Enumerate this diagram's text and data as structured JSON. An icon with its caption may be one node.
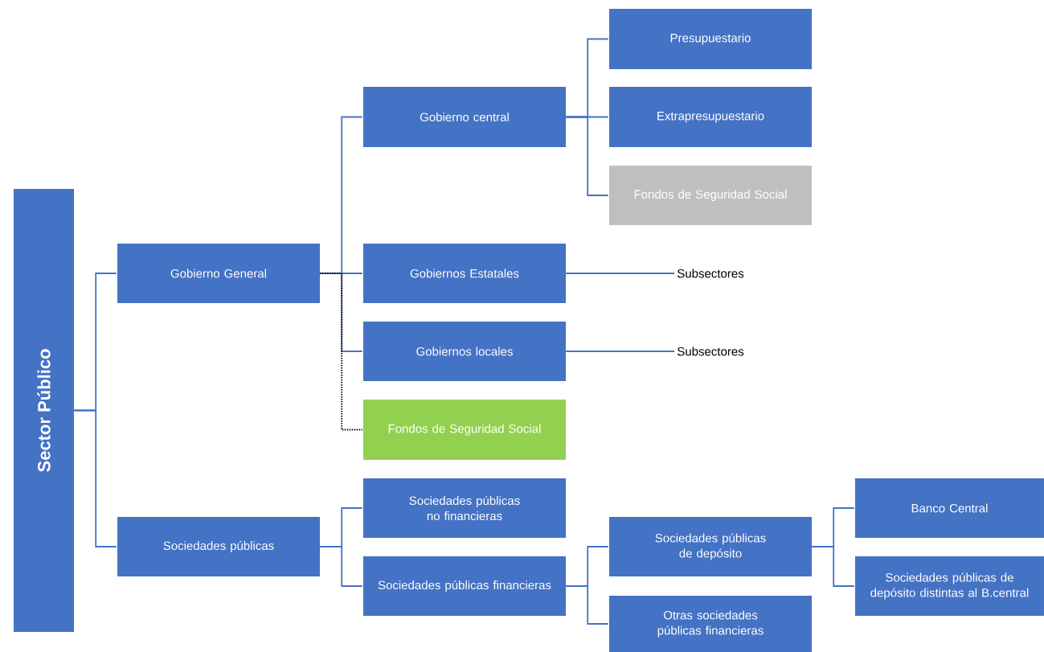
{
  "diagram": {
    "nodes": [
      {
        "text": [
          "Sector Público"
        ]
      },
      {
        "text": [
          "Gobierno General"
        ]
      },
      {
        "text": [
          "Sociedades públicas"
        ]
      },
      {
        "text": [
          "Gobierno central"
        ]
      },
      {
        "text": [
          "Gobiernos Estatales"
        ]
      },
      {
        "text": [
          "Gobiernos locales"
        ]
      },
      {
        "text": [
          "Fondos de Seguridad Social"
        ]
      },
      {
        "text": [
          "Sociedades públicas no financieras"
        ]
      },
      {
        "text": [
          "Sociedades públicas financieras"
        ]
      },
      {
        "text": [
          "Presupuestario"
        ]
      },
      {
        "text": [
          "Extrapresupuestario"
        ]
      },
      {
        "text": [
          "Fondos de Seguridad Social"
        ]
      },
      {
        "text": [
          "Subsectores"
        ]
      },
      {
        "text": [
          "Subsectores"
        ]
      },
      {
        "text": [
          "Sociedades públicas de depósito"
        ]
      },
      {
        "text": [
          "Otras sociedades públicas financieras"
        ]
      },
      {
        "text": [
          "Banco Central"
        ]
      },
      {
        "text": [
          "Sociedades públicas de depósito distintas al B.central"
        ]
      }
    ],
    "edges": [
      {
        "from": 0,
        "to": 1,
        "arrow": "none"
      },
      {
        "from": 0,
        "to": 2,
        "arrow": "none"
      },
      {
        "from": 1,
        "to": 3,
        "arrow": "none"
      },
      {
        "from": 1,
        "to": 4,
        "arrow": "none"
      },
      {
        "from": 1,
        "to": 5,
        "arrow": "none"
      },
      {
        "from": 1,
        "to": 6,
        "arrow": "none",
        "style": "dashed",
        "color": "#000000"
      },
      {
        "from": 3,
        "to": 9,
        "arrow": "none"
      },
      {
        "from": 3,
        "to": 10,
        "arrow": "none"
      },
      {
        "from": 3,
        "to": 11,
        "arrow": "none"
      },
      {
        "from": 4,
        "to": 12,
        "arrow": "none"
      },
      {
        "from": 5,
        "to": 13,
        "arrow": "none"
      },
      {
        "from": 2,
        "to": 7,
        "arrow": "none"
      },
      {
        "from": 2,
        "to": 8,
        "arrow": "none"
      },
      {
        "from": 8,
        "to": 14,
        "arrow": "none"
      },
      {
        "from": 8,
        "to": 15,
        "arrow": "none"
      },
      {
        "from": 14,
        "to": 16,
        "arrow": "none"
      },
      {
        "from": 14,
        "to": 17,
        "arrow": "none"
      }
    ]
  }
}
